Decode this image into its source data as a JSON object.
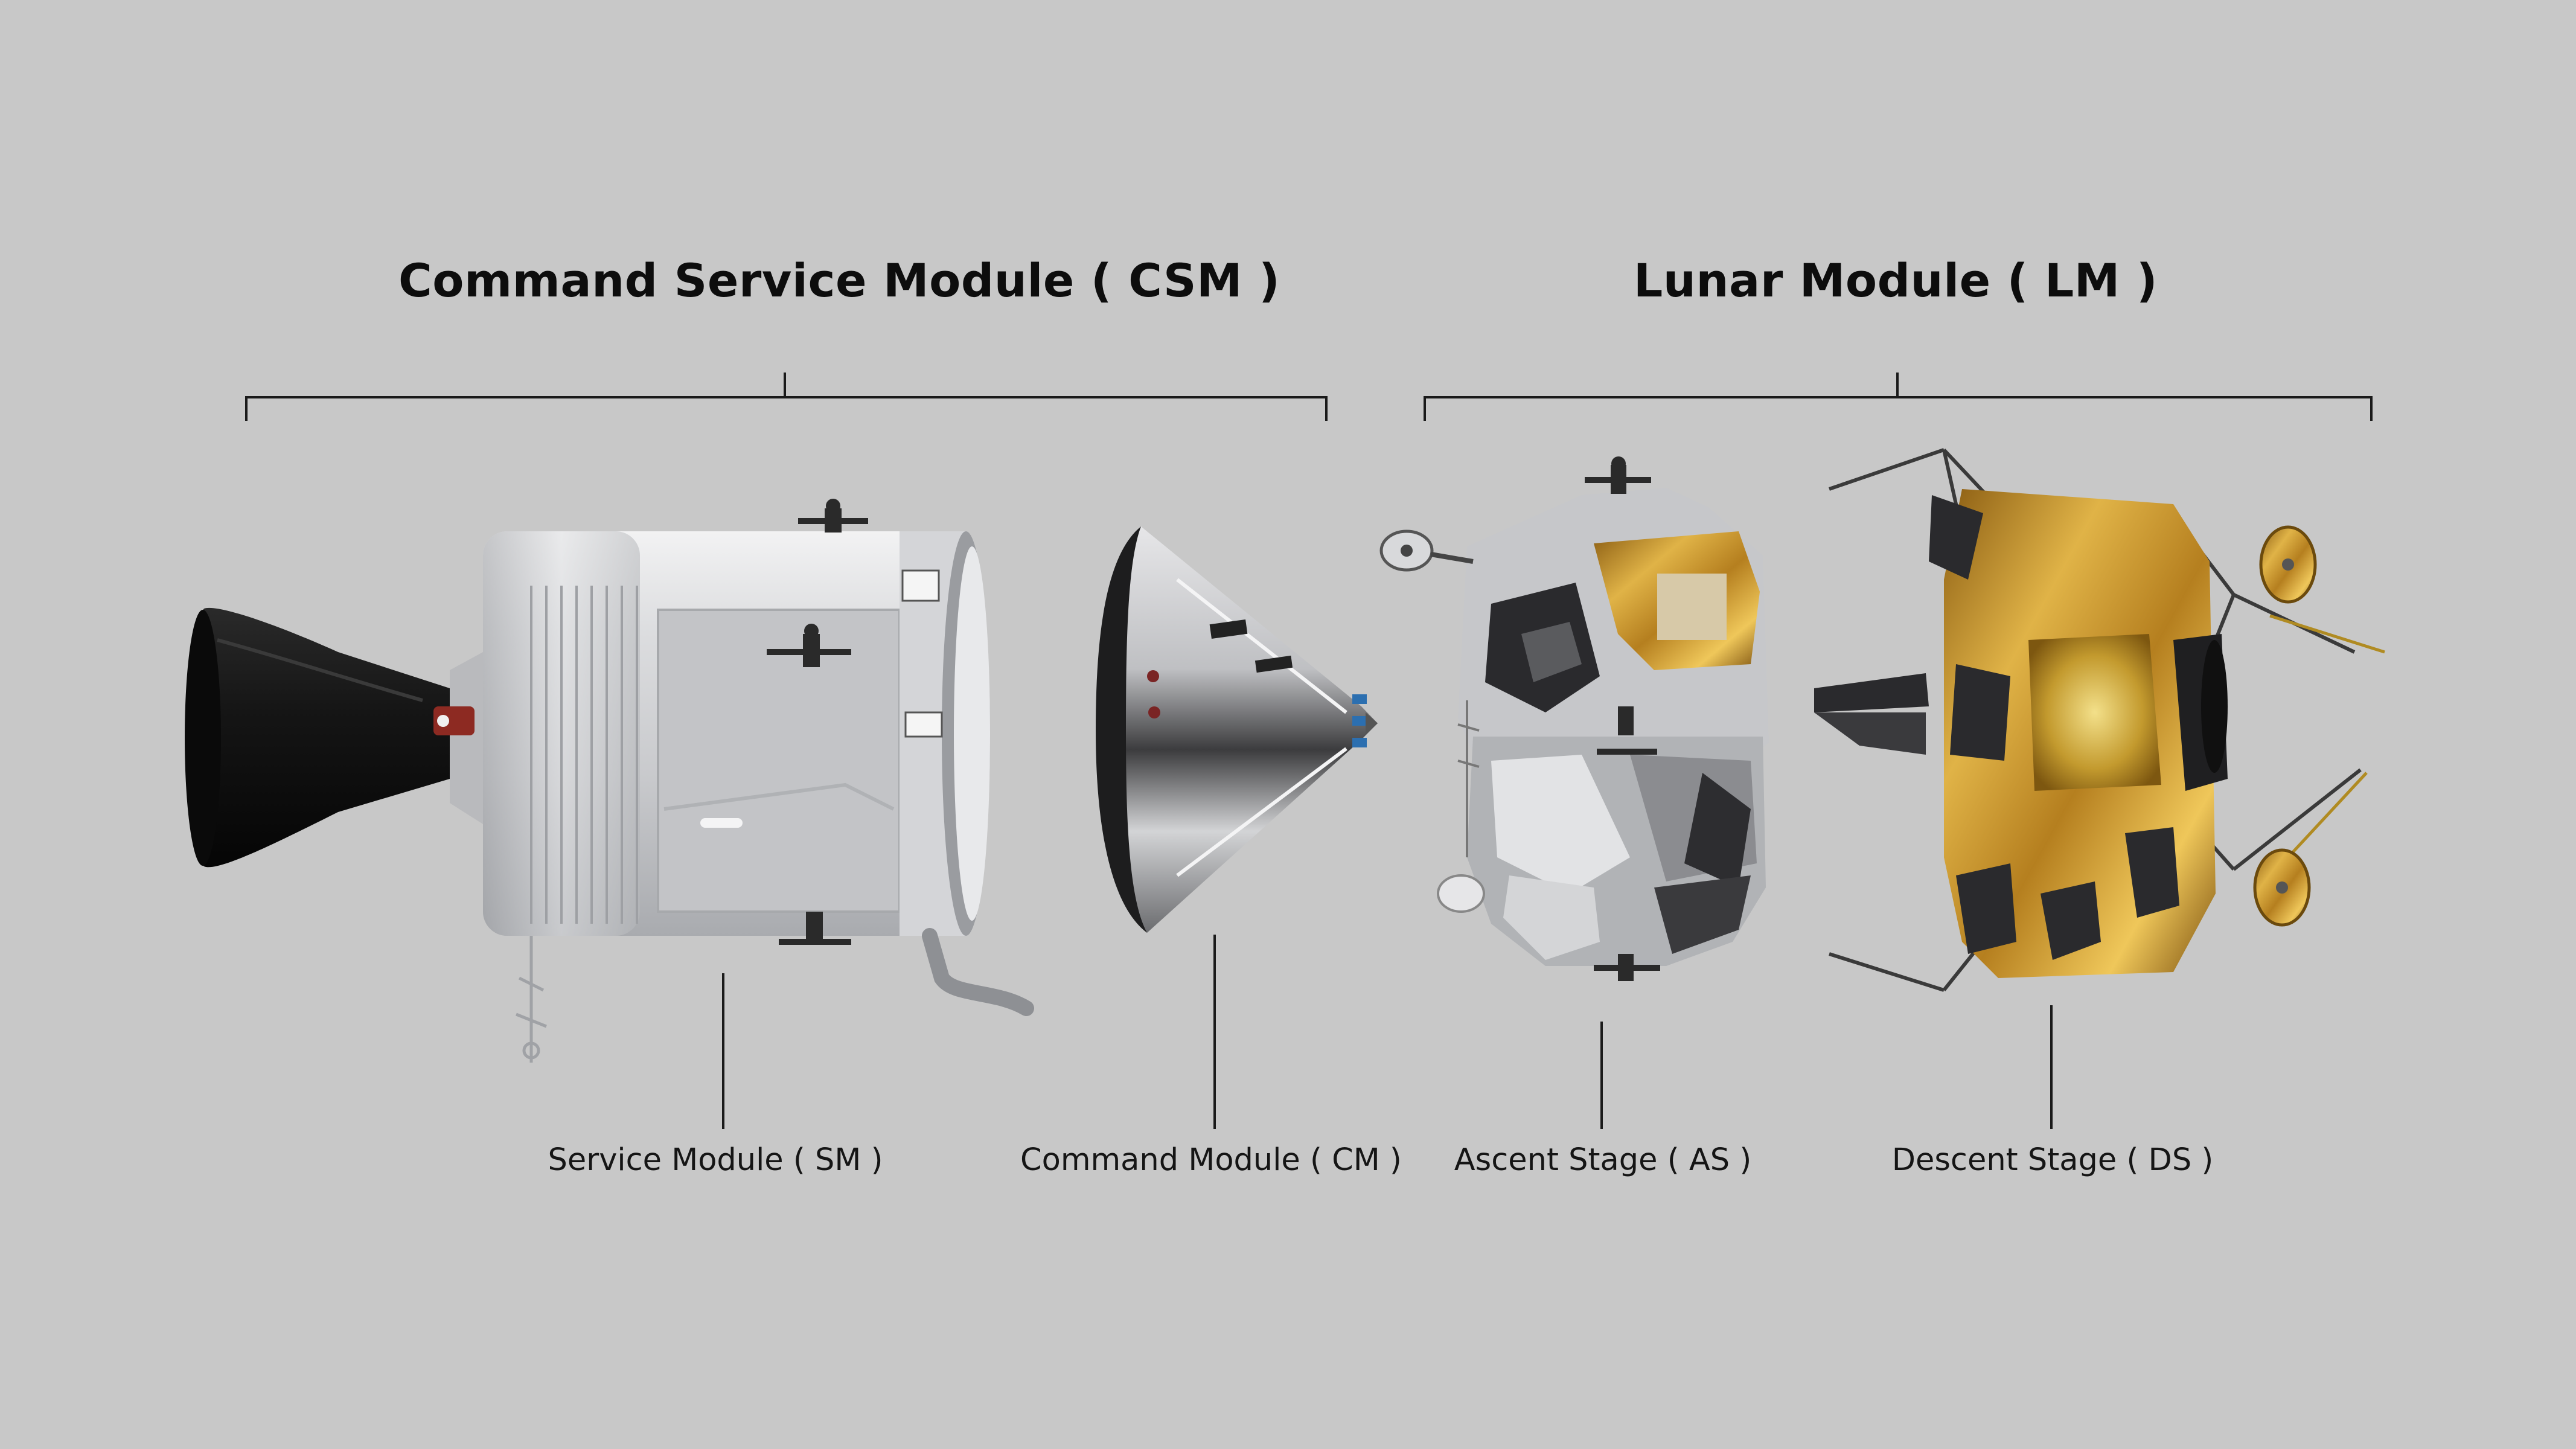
{
  "groups": {
    "csm": {
      "title": "Command Service Module ( CSM )"
    },
    "lm": {
      "title": "Lunar Module ( LM )"
    }
  },
  "parts": {
    "sm": {
      "label": "Service Module ( SM )"
    },
    "cm": {
      "label": "Command Module ( CM )"
    },
    "as": {
      "label": "Ascent Stage ( AS )"
    },
    "ds": {
      "label": "Descent Stage ( DS )"
    }
  },
  "colors": {
    "background": "#c8c8c8",
    "text": "#0d0d0d",
    "leader_lines": "#1a1a1a",
    "module_silver": "#d9dadc",
    "nozzle_black": "#1c1c1c",
    "foil_gold": "#c9962a"
  }
}
